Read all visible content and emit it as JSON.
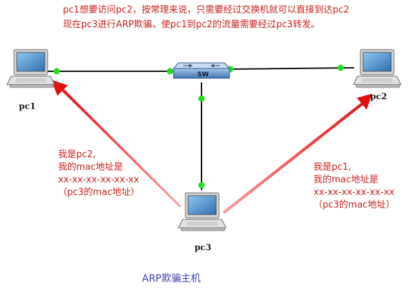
{
  "description_text": {
    "line1": "pc1想要访问pc2，按常理来说，只需要经过交换机就可以直接到达pc2",
    "line2": "现在pc3进行ARP欺骗，使pc1到pc2的流量需要经过pc3转发。"
  },
  "nodes": {
    "pc1": "pc1",
    "pc2": "pc2",
    "pc3": "pc3",
    "switch": "SW"
  },
  "messages": {
    "to_pc1": {
      "line1": "我是pc2,",
      "line2": "我的mac地址是",
      "line3": "xx-xx-xx-xx-xx-xx",
      "line4": "（pc3的mac地址）"
    },
    "to_pc2": {
      "line1": "我是pc1,",
      "line2": "我的mac地址是",
      "line3": "xx-xx-xx-xx-xx-xx",
      "line4": "（pc3的mac地址）"
    }
  },
  "caption": "ARP欺骗主机",
  "colors": {
    "text_red": "#cc1f1f",
    "arrow_red": "#e01010",
    "link_dot": "#22dd22",
    "caption_blue": "#3b3fb0",
    "switch_blue": "#4f86bf"
  }
}
